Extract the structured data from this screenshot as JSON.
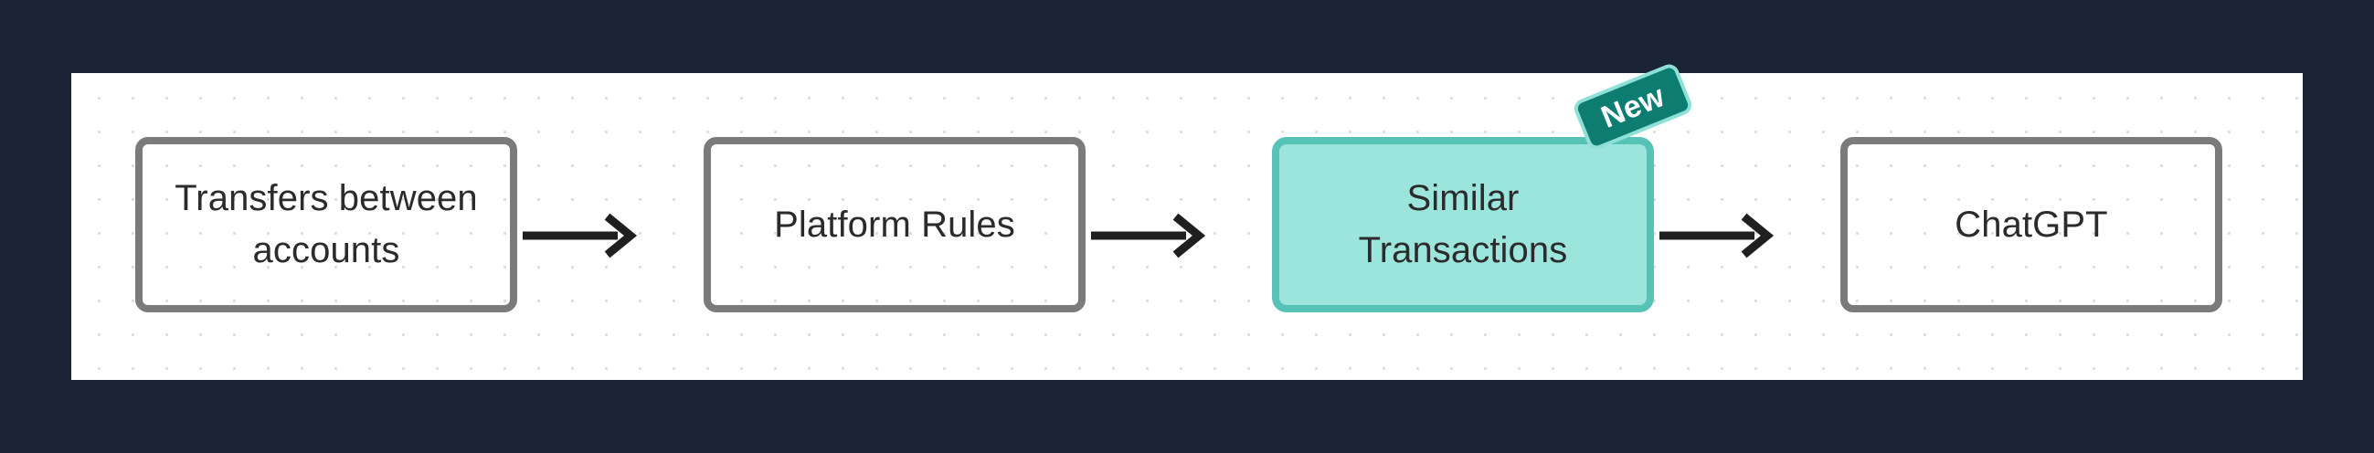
{
  "frame": {
    "background_color": "#1b2435",
    "canvas_color": "#ffffff",
    "grid_dot_color": "#dcdcdc"
  },
  "diagram": {
    "type": "flowchart",
    "direction": "left-to-right",
    "nodes": [
      {
        "id": "transfers",
        "label": "Transfers between accounts",
        "style": "outline",
        "border_color": "#7b7b7b",
        "fill_color": "#ffffff",
        "text_color": "#2b2b2b"
      },
      {
        "id": "platform-rules",
        "label": "Platform Rules",
        "style": "outline",
        "border_color": "#7b7b7b",
        "fill_color": "#ffffff",
        "text_color": "#2b2b2b"
      },
      {
        "id": "similar-transactions",
        "label": "Similar Transactions",
        "style": "highlighted",
        "border_color": "#57c3b6",
        "fill_color": "#9ce5dd",
        "text_color": "#2b2b2b"
      },
      {
        "id": "chatgpt",
        "label": "ChatGPT",
        "style": "outline",
        "border_color": "#7b7b7b",
        "fill_color": "#ffffff",
        "text_color": "#2b2b2b"
      }
    ],
    "edges": [
      {
        "from": "transfers",
        "to": "platform-rules",
        "style": "solid-arrow",
        "color": "#1f1f1f"
      },
      {
        "from": "platform-rules",
        "to": "similar-transactions",
        "style": "solid-arrow",
        "color": "#1f1f1f"
      },
      {
        "from": "similar-transactions",
        "to": "chatgpt",
        "style": "solid-arrow",
        "color": "#1f1f1f"
      }
    ],
    "badge": {
      "label": "New",
      "attached_to": "similar-transactions",
      "background_color": "#0d7d72",
      "border_color": "#8fe0d6",
      "text_color": "#ffffff",
      "rotation_degrees": -22
    }
  }
}
